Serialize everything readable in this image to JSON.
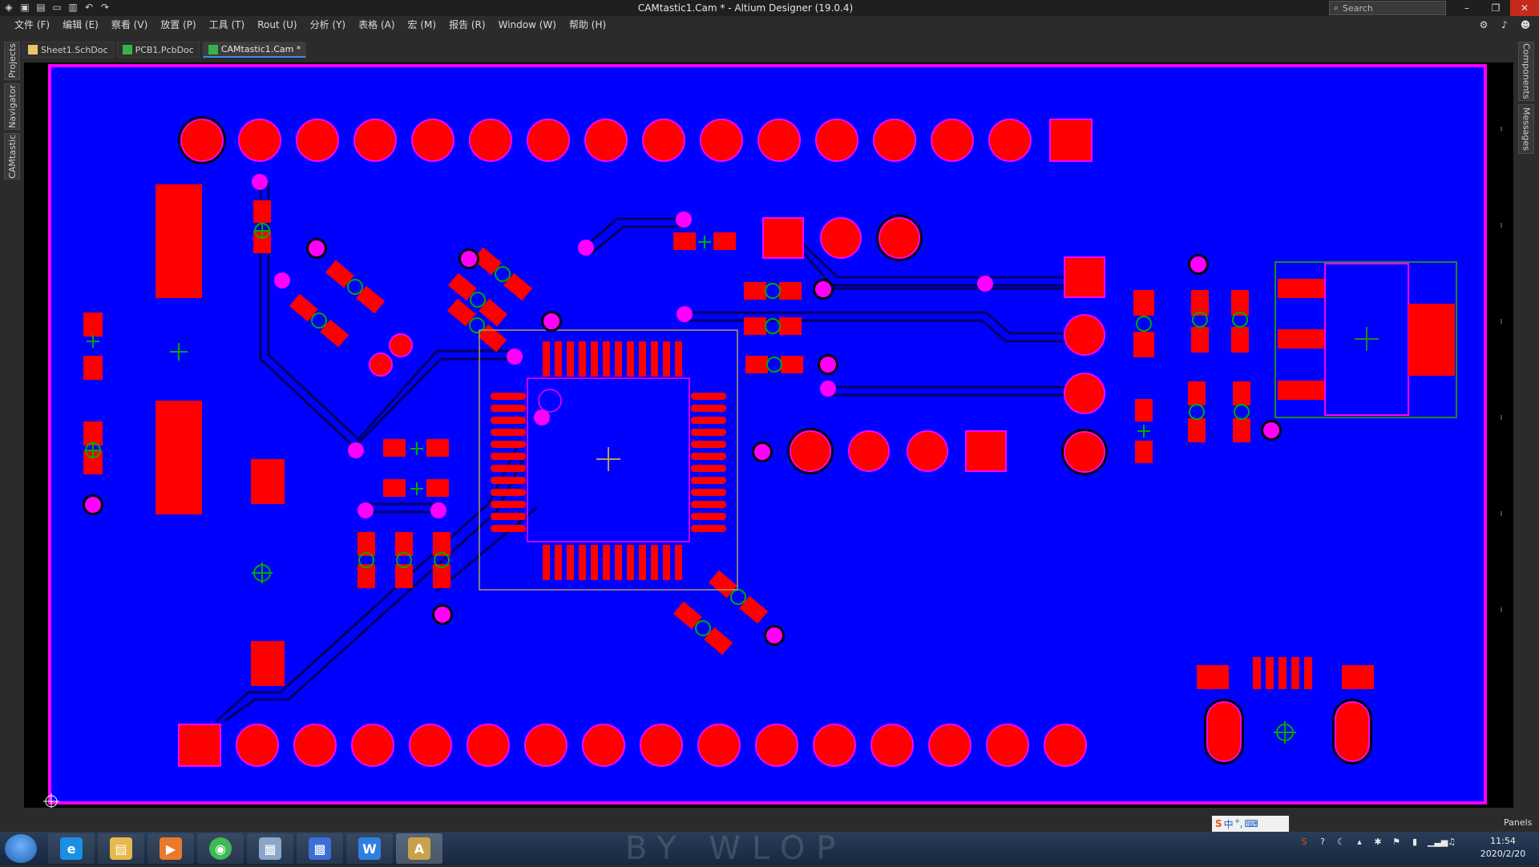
{
  "app": {
    "title": "CAMtastic1.Cam * - Altium Designer (19.0.4)",
    "search_placeholder": "Search"
  },
  "quick_access": [
    "save-icon",
    "save-all-icon",
    "open-icon",
    "print-icon",
    "undo-icon",
    "redo-icon"
  ],
  "menu": [
    "文件 (F)",
    "编辑 (E)",
    "察看 (V)",
    "放置 (P)",
    "工具 (T)",
    "Rout (U)",
    "分析 (Y)",
    "表格 (A)",
    "宏 (M)",
    "报告 (R)",
    "Window (W)",
    "帮助 (H)"
  ],
  "tabs": [
    {
      "label": "Sheet1.SchDoc",
      "color": "#e8c76a"
    },
    {
      "label": "PCB1.PcbDoc",
      "color": "#38b24a"
    },
    {
      "label": "CAMtastic1.Cam *",
      "color": "#38b24a",
      "active": true
    }
  ],
  "left_panels": [
    "Projects",
    "Navigator",
    "CAMtastic"
  ],
  "right_panels": [
    "Components",
    "Messages"
  ],
  "status": {
    "panels_label": "Panels",
    "ime": "中"
  },
  "taskbar": {
    "apps": [
      {
        "name": "ie",
        "color": "#1a8fe3",
        "glyph": "e"
      },
      {
        "name": "explorer",
        "color": "#e8b84a",
        "glyph": "▤"
      },
      {
        "name": "media-player",
        "color": "#e87a2a",
        "glyph": "▶"
      },
      {
        "name": "chrome",
        "color": "#3cba54",
        "glyph": "◉"
      },
      {
        "name": "calculator",
        "color": "#8aa6c8",
        "glyph": "▦"
      },
      {
        "name": "network",
        "color": "#3b6fd6",
        "glyph": "▩"
      },
      {
        "name": "wps",
        "color": "#2f7fe0",
        "glyph": "W"
      },
      {
        "name": "altium",
        "color": "#c8a24a",
        "glyph": "A",
        "active": true
      }
    ],
    "wallpaper_text": "BY WLOP",
    "time": "11:54",
    "date": "2020/2/20"
  },
  "pcb": {
    "colors": {
      "background": "#0000ff",
      "board_bg": "#000000",
      "pad": "#ff0000",
      "outline": "#ff00ff",
      "via": "#ff00ff",
      "track": "#000060",
      "overlay": "#228822",
      "crosshair": "#00aa00",
      "component_box": "#b0a050"
    }
  }
}
